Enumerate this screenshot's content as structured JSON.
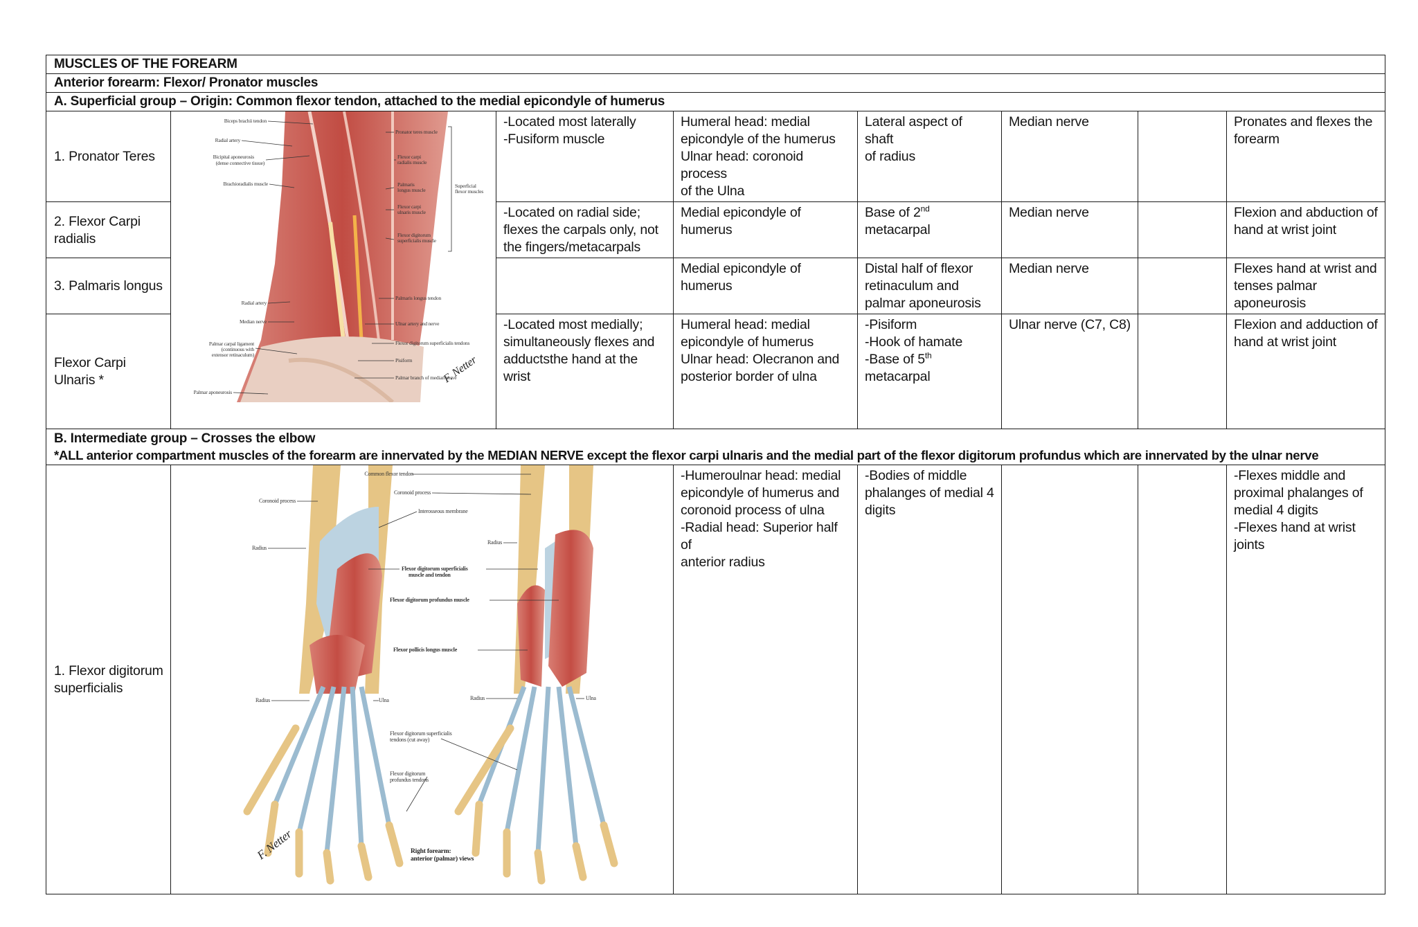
{
  "doc": {
    "title": "MUSCLES OF THE FOREARM",
    "subtitle": "Anterior forearm: Flexor/ Pronator muscles",
    "group_a": "A. Superficial group – Origin: Common flexor tendon, attached to the medial epicondyle of humerus",
    "group_b": "B. Intermediate group – Crosses the elbow",
    "innervation_note": "*ALL anterior compartment muscles of the forearm are innervated by the MEDIAN NERVE except the flexor carpi ulnaris and the medial part of the flexor digitorum profundus which are innervated by the ulnar nerve"
  },
  "superficial": [
    {
      "name": "1. Pronator Teres",
      "description": [
        "-Located most laterally",
        "-Fusiform muscle"
      ],
      "origin": [
        "Humeral head: medial",
        "epicondyle of the humerus",
        "Ulnar head: coronoid process",
        "of the Ulna"
      ],
      "insertion": [
        "Lateral aspect of shaft",
        "of radius"
      ],
      "nerve": "Median nerve",
      "blank": "",
      "action": [
        "Pronates and flexes the",
        "forearm"
      ]
    },
    {
      "name": "2. Flexor Carpi radialis",
      "description": [
        "-Located on radial side;",
        "flexes the carpals only, not",
        "the fingers/metacarpals"
      ],
      "origin": [
        "Medial epicondyle of humerus"
      ],
      "insertion_pre": "Base of 2",
      "insertion_sup": "nd",
      "insertion_post": " metacarpal",
      "nerve": "Median nerve",
      "blank": "",
      "action": [
        "Flexion and abduction of",
        "hand at wrist joint"
      ]
    },
    {
      "name": "3. Palmaris longus",
      "description": [],
      "origin": [
        "Medial epicondyle of humerus"
      ],
      "insertion": [
        "Distal half of flexor",
        "retinaculum and",
        "palmar aponeurosis"
      ],
      "nerve": "Median nerve",
      "blank": "",
      "action": [
        "Flexes hand at wrist and",
        "tenses palmar",
        "aponeurosis"
      ]
    },
    {
      "name": "Flexor Carpi Ulnaris *",
      "description": [
        "-Located most medially;",
        "simultaneously flexes and",
        "adductsthe hand at the wrist"
      ],
      "origin": [
        "Humeral head: medial",
        "epicondyle of humerus",
        "Ulnar head: Olecranon and",
        "posterior border of ulna"
      ],
      "insertion_a": "-Pisiform",
      "insertion_b": "-Hook of hamate",
      "insertion_c_pre": "-Base of 5",
      "insertion_c_sup": "th",
      "insertion_d": "metacarpal",
      "nerve": "Ulnar nerve (C7, C8)",
      "blank": "",
      "action": [
        "Flexion and adduction of",
        "hand at wrist joint"
      ]
    }
  ],
  "intermediate": [
    {
      "name": "1. Flexor digitorum superficialis",
      "description": [],
      "origin": [
        "-Humeroulnar head: medial",
        "epicondyle of humerus and",
        "coronoid process of ulna",
        "-Radial head: Superior half of",
        "anterior radius"
      ],
      "insertion": [
        "-Bodies of middle",
        "phalanges of medial 4",
        "digits"
      ],
      "nerve": "",
      "blank": "",
      "action": [
        "-Flexes middle and",
        "proximal phalanges of",
        "medial 4 digits",
        "-Flexes hand at wrist",
        "joints"
      ]
    }
  ],
  "illustration_a": {
    "labels_left": [
      "Biceps brachii tendon",
      "Radial artery",
      "Bicipital aponeurosis",
      "(dense connective tissue)",
      "Brachioradialis muscle",
      "Radial artery",
      "Median nerve",
      "Palmar carpal ligament",
      "(continuous with",
      "extensor retinaculum)",
      "Palmar aponeurosis"
    ],
    "labels_right": [
      "Pronator teres muscle",
      "Flexor carpi",
      "radialis muscle",
      "Palmaris",
      "longus muscle",
      "Flexor carpi",
      "ulnaris muscle",
      "Flexor digitorum",
      "superficialis muscle",
      "Palmaris longus tendon",
      "Ulnar artery and nerve",
      "Flexor digitorum superficialis tendons",
      "Pisiform",
      "Palmar branch of median nerve"
    ],
    "bracket_label": [
      "Superficial",
      "flexor muscles"
    ],
    "signature": "F. Netter"
  },
  "illustration_b": {
    "labels": [
      "Common flexor tendon",
      "Coronoid process",
      "Coronoid process",
      "Interosseous membrane",
      "Radius",
      "Radius",
      "Flexor digitorum superficialis",
      "muscle and tendon",
      "Flexor digitorum profundus muscle",
      "Flexor pollicis longus muscle",
      "Radius",
      "Ulna",
      "Radius",
      "Ulna",
      "Flexor digitorum superficialis",
      "tendons (cut away)",
      "Flexor digitorum",
      "profundus tendons"
    ],
    "caption": [
      "Right forearm:",
      "anterior (palmar) views"
    ],
    "signature": "F. Netter"
  },
  "colors": {
    "muscle": "#c8524a",
    "bone": "#e8c98a",
    "tendon": "#a9c3d6",
    "border": "#1a1a1a"
  }
}
